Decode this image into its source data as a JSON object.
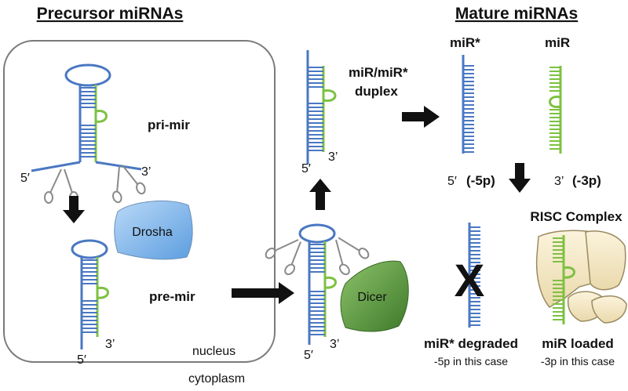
{
  "headers": {
    "precursor": "Precursor miRNAs",
    "mature": "Mature miRNAs"
  },
  "labels": {
    "pri_mir": "pri-mir",
    "pre_mir": "pre-mir",
    "duplex_line1": "miR/miR*",
    "duplex_line2": "duplex",
    "mir_star": "miR*",
    "mir": "miR",
    "five_prime": "5′",
    "three_prime": "3’",
    "five_p": "(-5p)",
    "three_p": "(-3p)",
    "risc": "RISC Complex",
    "degraded_marker": "X",
    "mir_star_degraded": "miR* degraded",
    "mir_star_degraded_sub": "-5p in this case",
    "mir_loaded": "miR loaded",
    "mir_loaded_sub": "-3p in this case"
  },
  "compartments": {
    "nucleus": "nucleus",
    "cytoplasm": "cytoplasm"
  },
  "enzymes": {
    "drosha": "Drosha",
    "dicer": "Dicer"
  },
  "colors": {
    "blue_strand": "#4a78c2",
    "green_strand": "#7dc142",
    "drosha_fill": "#7fb6ea",
    "dicer_fill": "#5e9a3e",
    "risc_fill": "#f3e7c4",
    "nucleus_border": "#7a7a7a"
  }
}
